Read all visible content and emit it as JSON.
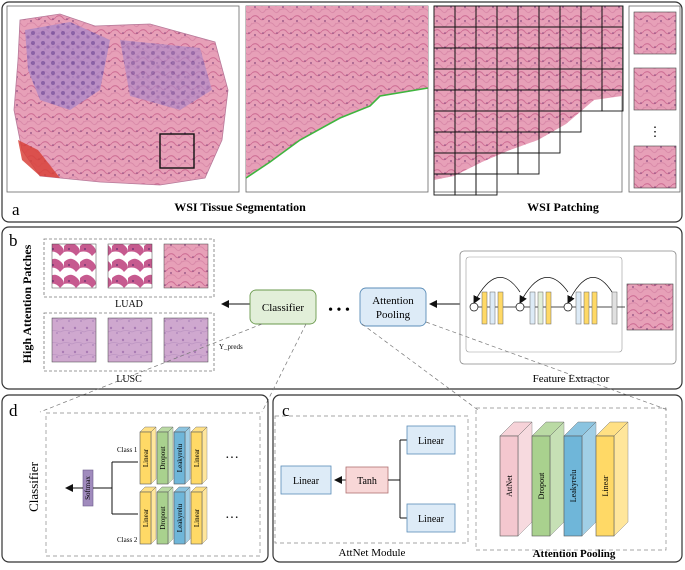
{
  "panels": {
    "a": {
      "letter": "a",
      "segmentation_caption": "WSI Tissue Segmentation",
      "patching_caption": "WSI Patching",
      "ellipsis": "⋮"
    },
    "b": {
      "letter": "b",
      "side_title": "High Attention Patches",
      "class_luad": "LUAD",
      "class_lusc": "LUSC",
      "y_preds": "Y_preds",
      "classifier": "Classifier",
      "dots": "• • •",
      "attention_pooling_line1": "Attention",
      "attention_pooling_line2": "Pooling",
      "feature_extractor": "Feature Extractor"
    },
    "c": {
      "letter": "c",
      "linear_top": "Linear",
      "linear_left": "Linear",
      "tanh": "Tanh",
      "linear_bottom": "Linear",
      "attnet_module": "AttNet Module",
      "attention_pooling": "Attention Pooling",
      "stack_layers": [
        "AttNet",
        "Dropout",
        "Leakyrelu",
        "Linear"
      ]
    },
    "d": {
      "letter": "d",
      "side_title": "Classifier",
      "softmax": "Softmax",
      "class1": "Class 1",
      "class2": "Class 2",
      "stack_layers": [
        "Linear",
        "Dropout",
        "Leakyrelu",
        "Linear"
      ],
      "ellipsis": "···"
    }
  },
  "colors": {
    "classifier_fill": "#e2efd9",
    "pooling_fill": "#ddebf7",
    "linear_yellow": "#ffd966",
    "dropout_green": "#a9d18e",
    "leaky_blue": "#6fb6d9",
    "attnet_pink": "#f4c7cf",
    "tissue_pink": "#e58fb0",
    "tissue_purple": "#9b6fb8"
  }
}
